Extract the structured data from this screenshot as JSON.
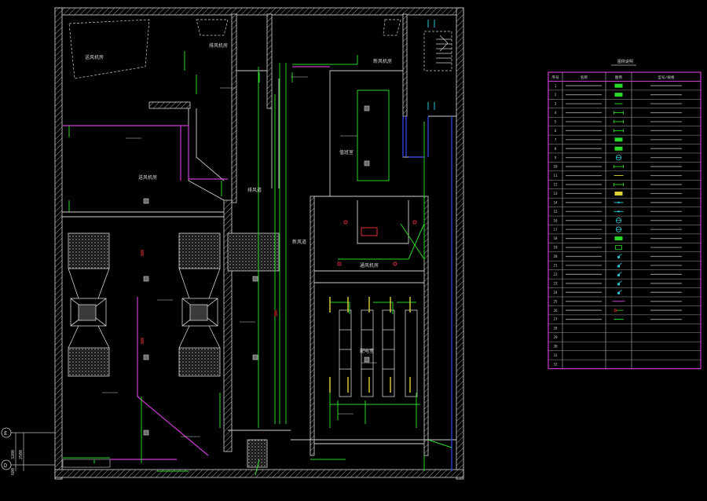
{
  "plan": {
    "rooms": [
      {
        "id": "r1",
        "label": "送风机房"
      },
      {
        "id": "r2",
        "label": "排风机房"
      },
      {
        "id": "r3",
        "label": "新风机房"
      },
      {
        "id": "r4",
        "label": "送风机房"
      },
      {
        "id": "r5",
        "label": "排风道"
      },
      {
        "id": "r6",
        "label": "新风道"
      },
      {
        "id": "r7",
        "label": "值班室"
      },
      {
        "id": "r8",
        "label": "通风机房"
      },
      {
        "id": "r9",
        "label": "配电室"
      }
    ],
    "axis": {
      "E": "E",
      "D": "D",
      "dim_upper": "3200",
      "dim_mid": "2500",
      "dim_lower": "600"
    }
  },
  "legend": {
    "title": "图例说明",
    "headers": [
      "序号",
      "名称",
      "图例",
      "型号/规格"
    ],
    "rows": [
      {
        "no": "1",
        "name": "",
        "spec": ""
      },
      {
        "no": "2",
        "name": "",
        "spec": ""
      },
      {
        "no": "3",
        "name": "",
        "spec": ""
      },
      {
        "no": "4",
        "name": "",
        "spec": ""
      },
      {
        "no": "5",
        "name": "",
        "spec": ""
      },
      {
        "no": "6",
        "name": "",
        "spec": ""
      },
      {
        "no": "7",
        "name": "",
        "spec": ""
      },
      {
        "no": "8",
        "name": "",
        "spec": ""
      },
      {
        "no": "9",
        "name": "",
        "spec": ""
      },
      {
        "no": "10",
        "name": "",
        "spec": ""
      },
      {
        "no": "11",
        "name": "",
        "spec": ""
      },
      {
        "no": "12",
        "name": "",
        "spec": ""
      },
      {
        "no": "13",
        "name": "",
        "spec": ""
      },
      {
        "no": "14",
        "name": "",
        "spec": ""
      },
      {
        "no": "15",
        "name": "",
        "spec": ""
      },
      {
        "no": "16",
        "name": "",
        "spec": ""
      },
      {
        "no": "17",
        "name": "",
        "spec": ""
      },
      {
        "no": "18",
        "name": "",
        "spec": ""
      },
      {
        "no": "19",
        "name": "",
        "spec": ""
      },
      {
        "no": "20",
        "name": "",
        "spec": ""
      },
      {
        "no": "21",
        "name": "",
        "spec": ""
      },
      {
        "no": "22",
        "name": "",
        "spec": ""
      },
      {
        "no": "23",
        "name": "",
        "spec": ""
      },
      {
        "no": "24",
        "name": "",
        "spec": ""
      },
      {
        "no": "25",
        "name": "",
        "spec": ""
      },
      {
        "no": "26",
        "name": "",
        "spec": ""
      },
      {
        "no": "27",
        "name": "",
        "spec": ""
      },
      {
        "no": "28",
        "name": "",
        "spec": ""
      },
      {
        "no": "29",
        "name": "",
        "spec": ""
      },
      {
        "no": "30",
        "name": "",
        "spec": ""
      },
      {
        "no": "31",
        "name": "",
        "spec": ""
      },
      {
        "no": "32",
        "name": "",
        "spec": ""
      }
    ]
  },
  "colors": {
    "wall": "#d8d8d8",
    "hatch": "#8a8a8a",
    "cable": "#2bd92b",
    "magenta": "#c93bd0",
    "blue": "#2f3fd8",
    "red": "#e03030",
    "yellow": "#e0d23a",
    "cyan": "#2fc9d8",
    "text": "#d6d6d6"
  }
}
